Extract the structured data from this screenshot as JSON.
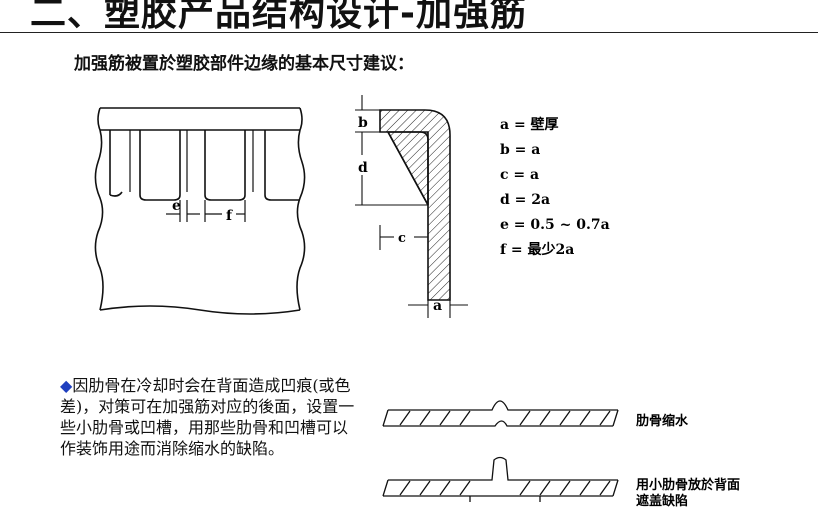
{
  "header": {
    "title": "二、塑胶产品结构设计-加强筋",
    "subtitle": "加强筋被置於塑胶部件边缘的基本尺寸建议："
  },
  "diagram": {
    "left_labels": {
      "e": "e",
      "f": "f"
    },
    "right_labels": {
      "b": "b",
      "d": "d",
      "c": "c",
      "a": "a"
    }
  },
  "legend": [
    "a = 壁厚",
    "b = a",
    "c = a",
    "d = 2a",
    "e = 0.5 ~ 0.7a",
    "f = 最少2a"
  ],
  "note": {
    "bullet": "◆",
    "text": "因肋骨在冷却时会在背面造成凹痕(或色差)，对策可在加强筋对应的後面，设置一些小肋骨或凹槽，用那些肋骨和凹槽可以作装饰用途而消除缩水的缺陷。"
  },
  "rib_figures": {
    "top_label": "肋骨缩水",
    "bottom_label_line1": "用小肋骨放於背面",
    "bottom_label_line2": "遮盖缺陷"
  }
}
